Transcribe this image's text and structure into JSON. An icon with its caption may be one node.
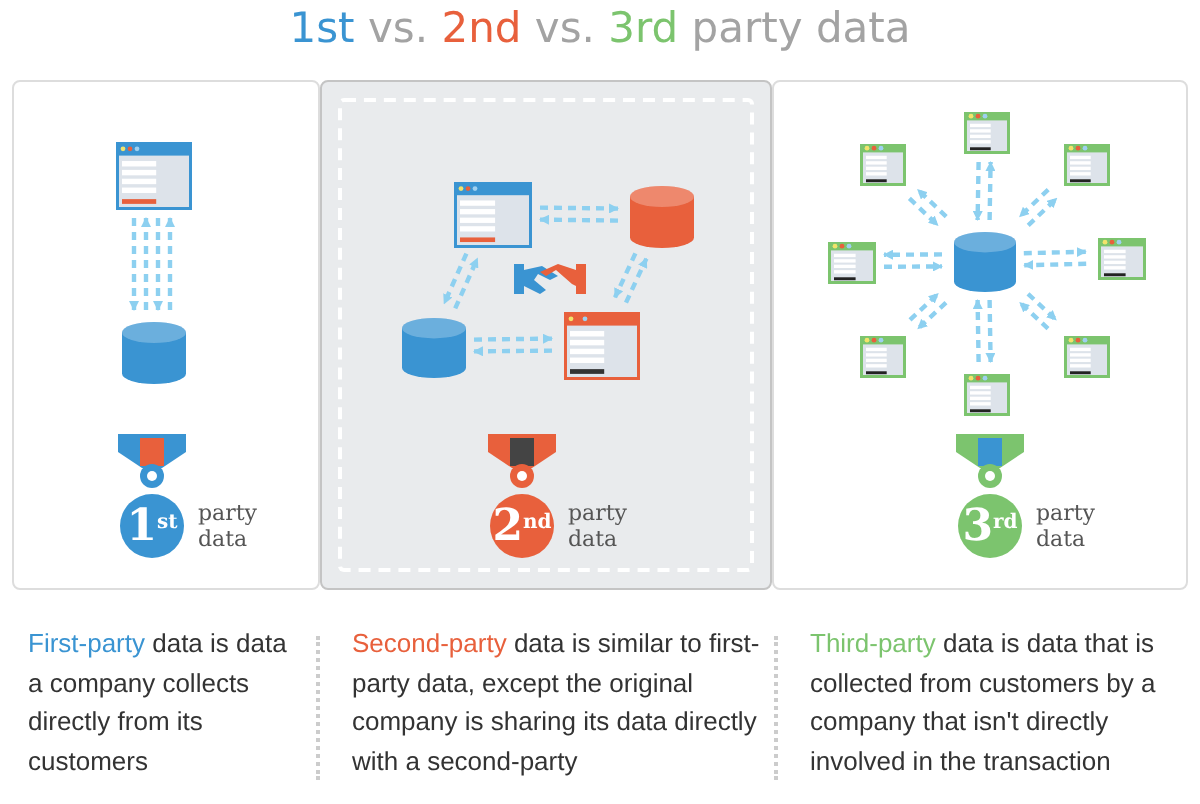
{
  "diagram": {
    "title": "1st vs. 2nd vs. 3rd party data",
    "nodes": [
      {
        "text": [],
        "shape": "box"
      },
      {
        "text": [],
        "shape": "window",
        "in": 0
      },
      {
        "text": [],
        "shape": "cylinder",
        "in": 0
      },
      {
        "text": [
          "1$^{st}$"
        ],
        "beside": [
          "party data"
        ],
        "in": 0
      },
      {
        "text": [],
        "shape": "box"
      },
      {
        "text": [],
        "shape": "window",
        "in": 4
      },
      {
        "text": [],
        "shape": "cylinder",
        "in": 4
      },
      {
        "text": [],
        "shape": "cylinder",
        "in": 4
      },
      {
        "text": [],
        "shape": "window",
        "in": 4
      },
      {
        "text": [
          "2$^{nd}$"
        ],
        "beside": [
          "party data"
        ],
        "in": 4
      },
      {
        "text": [],
        "shape": "box"
      },
      {
        "text": [],
        "shape": "window",
        "in": 10
      },
      {
        "text": [],
        "shape": "window",
        "in": 10
      },
      {
        "text": [],
        "shape": "window",
        "in": 10
      },
      {
        "text": [],
        "shape": "window",
        "in": 10
      },
      {
        "text": [],
        "shape": "cylinder",
        "in": 10
      },
      {
        "text": [],
        "shape": "window",
        "in": 10
      },
      {
        "text": [],
        "shape": "window",
        "in": 10
      },
      {
        "text": [],
        "shape": "window",
        "in": 10
      },
      {
        "text": [],
        "shape": "window",
        "in": 10
      },
      {
        "text": [
          "3$^{rd}$"
        ],
        "beside": [
          "party data"
        ],
        "in": 10
      }
    ],
    "edges": [
      {
        "from": 2,
        "to": 1,
        "arrow": "to",
        "style": "dashed"
      },
      {
        "from": 1,
        "to": 2,
        "arrow": "to",
        "style": "dashed"
      },
      {
        "from": 2,
        "to": 1,
        "arrow": "to",
        "style": "dashed"
      },
      {
        "from": 1,
        "to": 2,
        "arrow": "to",
        "style": "dashed"
      },
      {
        "from": 5,
        "to": 6,
        "arrow": "to",
        "style": "dashed"
      },
      {
        "from": 6,
        "to": 5,
        "arrow": "to",
        "style": "dashed"
      },
      {
        "from": 8,
        "to": 6,
        "arrow": "to",
        "style": "dashed"
      },
      {
        "from": 6,
        "to": 8,
        "arrow": "to",
        "style": "dashed"
      },
      {
        "from": 7,
        "to": 8,
        "arrow": "to",
        "style": "dashed"
      },
      {
        "from": 8,
        "to": 7,
        "arrow": "to",
        "style": "dashed"
      },
      {
        "from": 7,
        "to": 5,
        "arrow": "to",
        "style": "dashed"
      },
      {
        "from": 5,
        "to": 7,
        "arrow": "to",
        "style": "dashed"
      },
      {
        "from": 15,
        "to": 11,
        "arrow": "to",
        "style": "dashed"
      },
      {
        "from": 11,
        "to": 15,
        "arrow": "to",
        "style": "dashed"
      },
      {
        "from": 15,
        "to": 12,
        "arrow": "to",
        "style": "dashed"
      },
      {
        "from": 12,
        "to": 15,
        "arrow": "to",
        "style": "dashed"
      },
      {
        "from": 15,
        "to": 13,
        "arrow": "to",
        "style": "dashed"
      },
      {
        "from": 13,
        "to": 15,
        "arrow": "to",
        "style": "dashed"
      },
      {
        "from": 15,
        "to": 14,
        "arrow": "to",
        "style": "dashed"
      },
      {
        "from": 14,
        "to": 15,
        "arrow": "to",
        "style": "dashed"
      },
      {
        "from": 15,
        "to": 16,
        "arrow": "to",
        "style": "dashed"
      },
      {
        "from": 16,
        "to": 15,
        "arrow": "to",
        "style": "dashed"
      },
      {
        "from": 15,
        "to": 17,
        "arrow": "to",
        "style": "dashed"
      },
      {
        "from": 17,
        "to": 15,
        "arrow": "to",
        "style": "dashed"
      },
      {
        "from": 15,
        "to": 18,
        "arrow": "to",
        "style": "dashed"
      },
      {
        "from": 18,
        "to": 15,
        "arrow": "to",
        "style": "dashed"
      },
      {
        "from": 15,
        "to": 19,
        "arrow": "to",
        "style": "dashed"
      },
      {
        "from": 19,
        "to": 15,
        "arrow": "to",
        "style": "dashed"
      }
    ],
    "labels": [
      "First-party data is data a company collects directly from its customers",
      "Second-party data is similar to first-party data, except the original company is sharing its data directly with a second-party",
      "Third-party data is data that is collected from customers by a company that isn't directly involved in the transaction"
    ]
  }
}
